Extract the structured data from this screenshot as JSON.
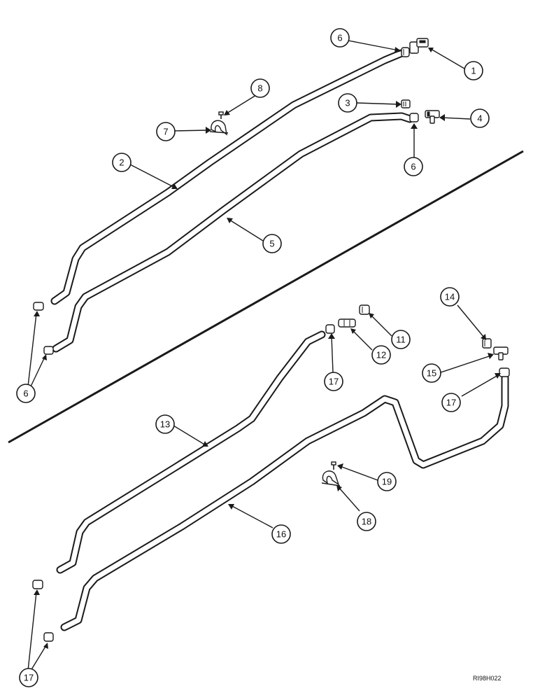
{
  "callouts": {
    "c1": "1",
    "c2": "2",
    "c3": "3",
    "c4": "4",
    "c5": "5",
    "c6a": "6",
    "c6b": "6",
    "c6c": "6",
    "c7": "7",
    "c8": "8",
    "c11": "11",
    "c12": "12",
    "c13": "13",
    "c14": "14",
    "c15": "15",
    "c16": "16",
    "c17a": "17",
    "c17b": "17",
    "c17c": "17",
    "c18": "18",
    "c19": "19"
  },
  "reference_code": "RI98H022"
}
